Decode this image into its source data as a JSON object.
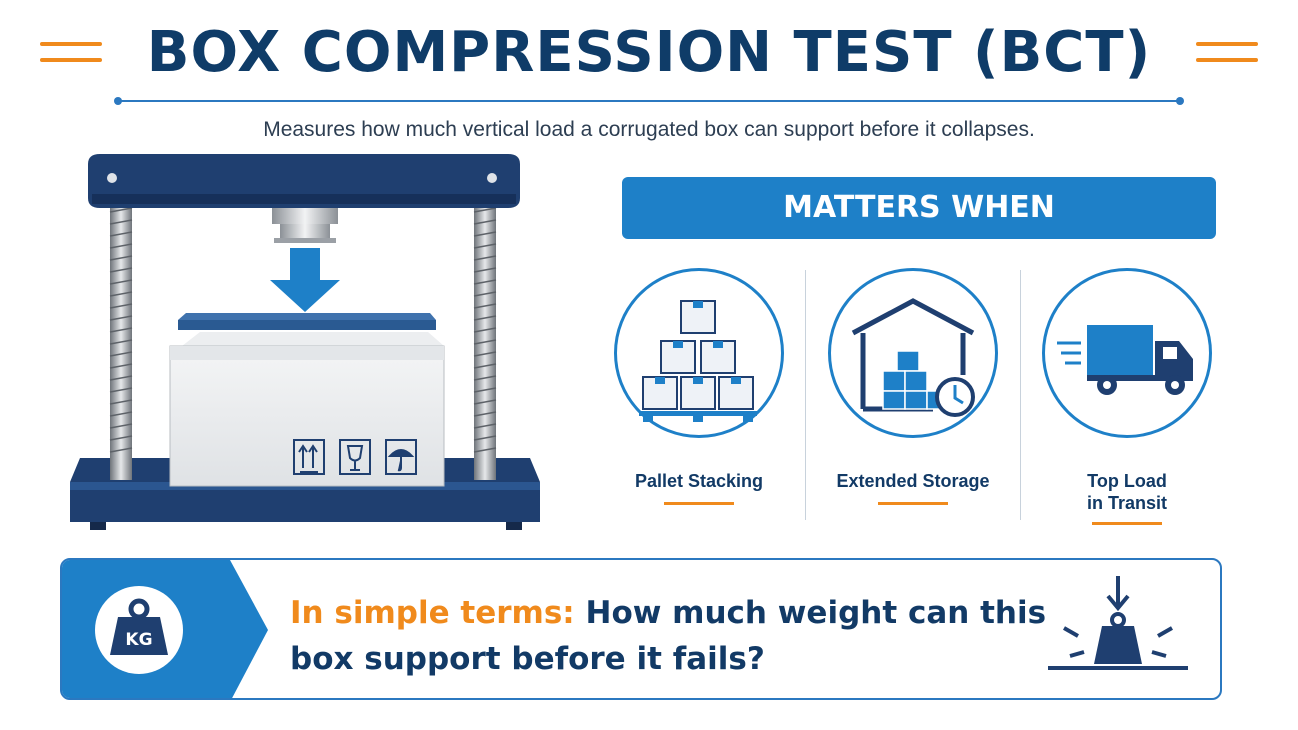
{
  "title": "BOX COMPRESSION TEST (BCT)",
  "subtitle": "Measures how much vertical load a corrugated box can support before it collapses.",
  "matters": {
    "heading": "MATTERS WHEN",
    "items": [
      {
        "label": "Pallet Stacking",
        "icon": "pallet-boxes-icon"
      },
      {
        "label": "Extended Storage",
        "icon": "warehouse-clock-icon"
      },
      {
        "label_line1": "Top Load",
        "label_line2": "in Transit",
        "icon": "delivery-truck-icon"
      }
    ]
  },
  "bottom": {
    "lead": "In simple terms:",
    "text": "How much weight can this box support before it fails?",
    "kg_label": "KG"
  },
  "colors": {
    "navy": "#0f3c68",
    "blue": "#1e80c8",
    "orange": "#f08a1c",
    "press_blue": "#1f3f70"
  }
}
